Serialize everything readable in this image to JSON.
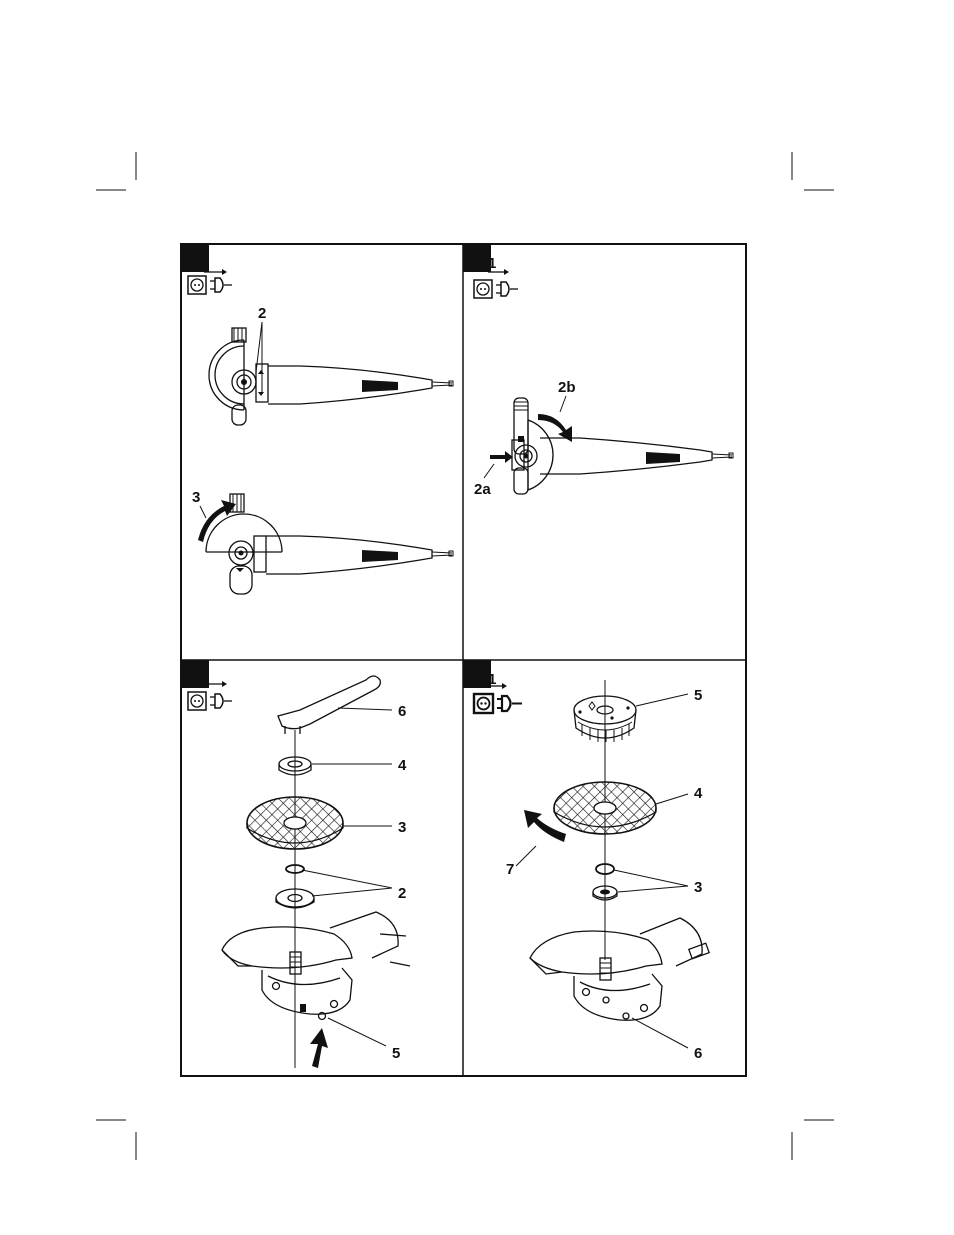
{
  "panels": [
    {
      "id": "top-left",
      "step": "",
      "callouts": {
        "arrow_two": "2",
        "arrow_three": "3"
      }
    },
    {
      "id": "top-right",
      "step": "1",
      "callouts": {
        "rotate": "2b",
        "press": "2a"
      }
    },
    {
      "id": "bottom-left",
      "step": "",
      "callouts": {
        "wrench": "6",
        "flange_nut": "4",
        "disc": "3",
        "inner_flange": "2",
        "spindle_lock": "5"
      }
    },
    {
      "id": "bottom-right",
      "step": "1",
      "callouts": {
        "quick_nut": "5",
        "disc": "4",
        "rotation": "7",
        "flange": "3",
        "spindle_lock": "6"
      }
    }
  ],
  "icons": [
    "unplug-icon",
    "crop-mark-icon"
  ]
}
